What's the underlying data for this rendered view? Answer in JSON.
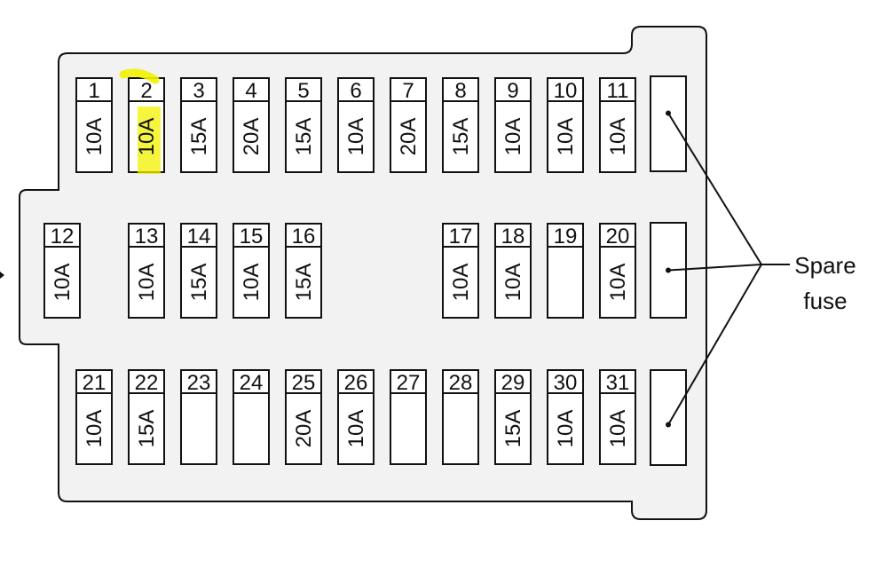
{
  "diagram": {
    "highlight_color": "#f2f200",
    "stroke_color": "#111111",
    "body_fill": "#f2f2f2",
    "fuse_fill": "#ffffff"
  },
  "rows": [
    [
      {
        "number": "1",
        "rating": "10A"
      },
      {
        "number": "2",
        "rating": "10A",
        "highlighted": true
      },
      {
        "number": "3",
        "rating": "15A"
      },
      {
        "number": "4",
        "rating": "20A"
      },
      {
        "number": "5",
        "rating": "15A"
      },
      {
        "number": "6",
        "rating": "10A"
      },
      {
        "number": "7",
        "rating": "20A"
      },
      {
        "number": "8",
        "rating": "15A"
      },
      {
        "number": "9",
        "rating": "10A"
      },
      {
        "number": "10",
        "rating": "10A"
      },
      {
        "number": "11",
        "rating": "10A"
      }
    ],
    [
      {
        "number": "12",
        "rating": "10A"
      },
      {
        "number": "13",
        "rating": "10A"
      },
      {
        "number": "14",
        "rating": "15A"
      },
      {
        "number": "15",
        "rating": "10A"
      },
      {
        "number": "16",
        "rating": "15A"
      },
      {
        "number": "17",
        "rating": "10A"
      },
      {
        "number": "18",
        "rating": "10A"
      },
      {
        "number": "19",
        "rating": ""
      },
      {
        "number": "20",
        "rating": "10A"
      }
    ],
    [
      {
        "number": "21",
        "rating": "10A"
      },
      {
        "number": "22",
        "rating": "15A"
      },
      {
        "number": "23",
        "rating": ""
      },
      {
        "number": "24",
        "rating": ""
      },
      {
        "number": "25",
        "rating": "20A"
      },
      {
        "number": "26",
        "rating": "10A"
      },
      {
        "number": "27",
        "rating": ""
      },
      {
        "number": "28",
        "rating": ""
      },
      {
        "number": "29",
        "rating": "15A"
      },
      {
        "number": "30",
        "rating": "10A"
      },
      {
        "number": "31",
        "rating": "10A"
      }
    ]
  ],
  "spare": {
    "label_line1": "Spare",
    "label_line2": "fuse",
    "count": 3
  }
}
